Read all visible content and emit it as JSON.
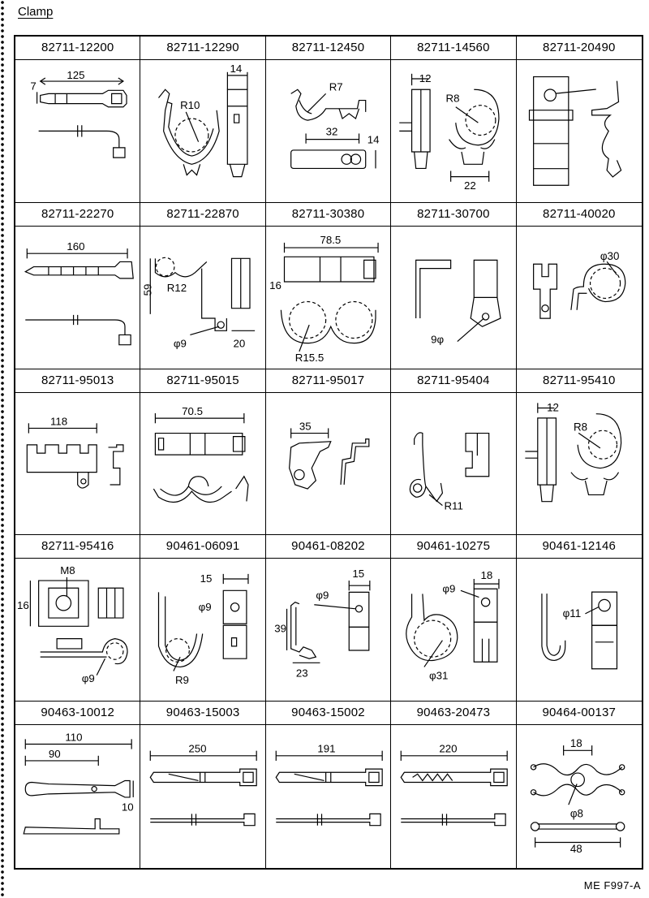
{
  "page": {
    "title": "Clamp",
    "footer_code": "ME  F997-A"
  },
  "cells": [
    {
      "part_number": "82711-12200",
      "dims": [
        "7",
        "125"
      ]
    },
    {
      "part_number": "82711-12290",
      "dims": [
        "R10",
        "14"
      ]
    },
    {
      "part_number": "82711-12450",
      "dims": [
        "R7",
        "32",
        "14"
      ]
    },
    {
      "part_number": "82711-14560",
      "dims": [
        "12",
        "R8",
        "22"
      ]
    },
    {
      "part_number": "82711-20490",
      "dims": []
    },
    {
      "part_number": "82711-22270",
      "dims": [
        "160"
      ]
    },
    {
      "part_number": "82711-22870",
      "dims": [
        "R12",
        "59",
        "φ9",
        "20"
      ]
    },
    {
      "part_number": "82711-30380",
      "dims": [
        "78.5",
        "16",
        "R15.5"
      ]
    },
    {
      "part_number": "82711-30700",
      "dims": [
        "9φ"
      ]
    },
    {
      "part_number": "82711-40020",
      "dims": [
        "φ30"
      ]
    },
    {
      "part_number": "82711-95013",
      "dims": [
        "118"
      ]
    },
    {
      "part_number": "82711-95015",
      "dims": [
        "70.5"
      ]
    },
    {
      "part_number": "82711-95017",
      "dims": [
        "35"
      ]
    },
    {
      "part_number": "82711-95404",
      "dims": [
        "R11"
      ]
    },
    {
      "part_number": "82711-95410",
      "dims": [
        "12",
        "R8"
      ]
    },
    {
      "part_number": "82711-95416",
      "dims": [
        "M8",
        "16",
        "φ9"
      ]
    },
    {
      "part_number": "90461-06091",
      "dims": [
        "15",
        "φ9",
        "R9"
      ]
    },
    {
      "part_number": "90461-08202",
      "dims": [
        "φ9",
        "15",
        "39",
        "23"
      ]
    },
    {
      "part_number": "90461-10275",
      "dims": [
        "φ9",
        "18",
        "φ31"
      ]
    },
    {
      "part_number": "90461-12146",
      "dims": [
        "φ11"
      ]
    },
    {
      "part_number": "90463-10012",
      "dims": [
        "110",
        "90",
        "10"
      ]
    },
    {
      "part_number": "90463-15003",
      "dims": [
        "250"
      ]
    },
    {
      "part_number": "90463-15002",
      "dims": [
        "191"
      ]
    },
    {
      "part_number": "90463-20473",
      "dims": [
        "220"
      ]
    },
    {
      "part_number": "90464-00137",
      "dims": [
        "18",
        "φ8",
        "48"
      ]
    }
  ]
}
